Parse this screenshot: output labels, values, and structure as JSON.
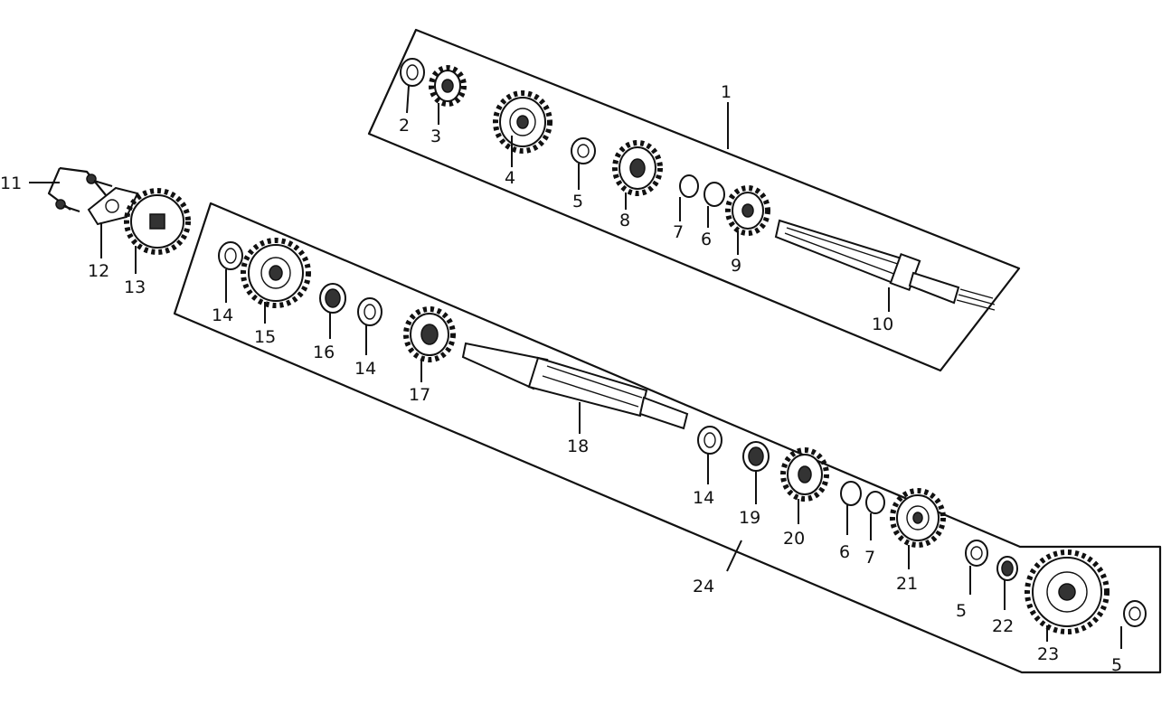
{
  "diagram": {
    "callouts": [
      {
        "id": "c1",
        "text": "1"
      },
      {
        "id": "c2",
        "text": "2"
      },
      {
        "id": "c3",
        "text": "3"
      },
      {
        "id": "c4",
        "text": "4"
      },
      {
        "id": "c5a",
        "text": "5"
      },
      {
        "id": "c8",
        "text": "8"
      },
      {
        "id": "c7a",
        "text": "7"
      },
      {
        "id": "c6a",
        "text": "6"
      },
      {
        "id": "c9",
        "text": "9"
      },
      {
        "id": "c10",
        "text": "10"
      },
      {
        "id": "c11",
        "text": "11"
      },
      {
        "id": "c12",
        "text": "12"
      },
      {
        "id": "c13",
        "text": "13"
      },
      {
        "id": "c14a",
        "text": "14"
      },
      {
        "id": "c15",
        "text": "15"
      },
      {
        "id": "c16",
        "text": "16"
      },
      {
        "id": "c14b",
        "text": "14"
      },
      {
        "id": "c17",
        "text": "17"
      },
      {
        "id": "c18",
        "text": "18"
      },
      {
        "id": "c14c",
        "text": "14"
      },
      {
        "id": "c19",
        "text": "19"
      },
      {
        "id": "c20",
        "text": "20"
      },
      {
        "id": "c6b",
        "text": "6"
      },
      {
        "id": "c7b",
        "text": "7"
      },
      {
        "id": "c21",
        "text": "21"
      },
      {
        "id": "c5b",
        "text": "5"
      },
      {
        "id": "c22",
        "text": "22"
      },
      {
        "id": "c23",
        "text": "23"
      },
      {
        "id": "c5c",
        "text": "5"
      },
      {
        "id": "c24",
        "text": "24"
      }
    ]
  }
}
